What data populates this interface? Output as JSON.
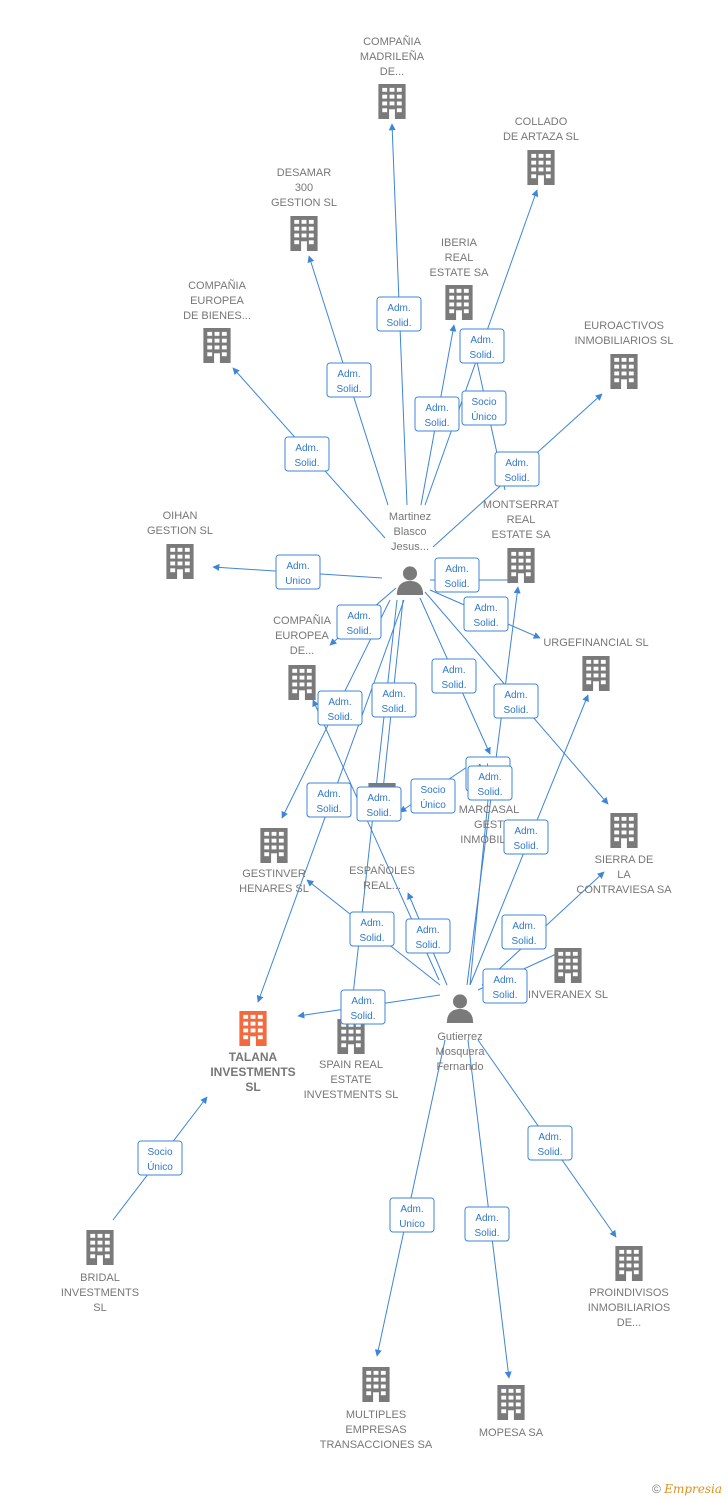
{
  "colors": {
    "edge": "#3d85d6",
    "building": "#7a7a7a",
    "highlight": "#f26a3d",
    "person": "#7a7a7a"
  },
  "nodes": [
    {
      "id": "madrilena",
      "type": "company",
      "label": [
        "COMPAÑIA",
        "MADRILEÑA",
        "DE..."
      ]
    },
    {
      "id": "collado",
      "type": "company",
      "label": [
        "COLLADO",
        "DE ARTAZA SL"
      ]
    },
    {
      "id": "desamar",
      "type": "company",
      "label": [
        "DESAMAR",
        "300",
        "GESTION  SL"
      ]
    },
    {
      "id": "iberia",
      "type": "company",
      "label": [
        "IBERIA",
        "REAL",
        "ESTATE SA"
      ]
    },
    {
      "id": "europea1",
      "type": "company",
      "label": [
        "COMPAÑIA",
        "EUROPEA",
        "DE BIENES..."
      ]
    },
    {
      "id": "euroactivos",
      "type": "company",
      "label": [
        "EUROACTIVOS",
        "INMOBILIARIOS SL"
      ]
    },
    {
      "id": "oihan",
      "type": "company",
      "label": [
        "OIHAN",
        "GESTION SL"
      ]
    },
    {
      "id": "martinez",
      "type": "person",
      "label": [
        "Martinez",
        "Blasco",
        "Jesus..."
      ]
    },
    {
      "id": "montserrat",
      "type": "company",
      "label": [
        "MONTSERRAT",
        "REAL",
        "ESTATE SA"
      ]
    },
    {
      "id": "europea2",
      "type": "company",
      "label": [
        "COMPAÑIA",
        "EUROPEA",
        "DE..."
      ]
    },
    {
      "id": "urgefinancial",
      "type": "company",
      "label": [
        "URGEFINANCIAL SL"
      ]
    },
    {
      "id": "marcasal",
      "type": "company",
      "label": [
        "MARCASAL",
        "GEST",
        "INMOBILI..."
      ]
    },
    {
      "id": "solares",
      "type": "company",
      "label": [
        "ESPAÑOLES",
        "REAL..."
      ]
    },
    {
      "id": "gestinver",
      "type": "company",
      "label": [
        "GESTINVER",
        "HENARES SL"
      ]
    },
    {
      "id": "sierra",
      "type": "company",
      "label": [
        "SIERRA DE",
        "LA",
        "CONTRAVIESA SA"
      ]
    },
    {
      "id": "inveranex",
      "type": "company",
      "label": [
        "INVERANEX SL"
      ]
    },
    {
      "id": "talana",
      "type": "company",
      "highlight": true,
      "label": [
        "TALANA",
        "INVESTMENTS",
        "SL"
      ]
    },
    {
      "id": "spainreal",
      "type": "company",
      "label": [
        "SPAIN REAL",
        "ESTATE",
        "INVESTMENTS SL"
      ]
    },
    {
      "id": "gutierrez",
      "type": "person",
      "label": [
        "Gutierrez",
        "Mosquera",
        "Fernando"
      ]
    },
    {
      "id": "bridal",
      "type": "company",
      "label": [
        "BRIDAL",
        "INVESTMENTS",
        "SL"
      ]
    },
    {
      "id": "proindivisos",
      "type": "company",
      "label": [
        "PROINDIVISOS",
        "INMOBILIARIOS",
        "DE..."
      ]
    },
    {
      "id": "multiples",
      "type": "company",
      "label": [
        "MULTIPLES",
        "EMPRESAS",
        "TRANSACCIONES SA"
      ]
    },
    {
      "id": "mopesa",
      "type": "company",
      "label": [
        "MOPESA SA"
      ]
    }
  ],
  "edges": [
    {
      "from": "martinez",
      "to": "madrilena",
      "role": [
        "Adm.",
        "Solid."
      ]
    },
    {
      "from": "martinez",
      "to": "collado",
      "role": [
        "Adm.",
        "Solid."
      ]
    },
    {
      "from": "martinez",
      "to": "desamar",
      "role": [
        "Adm.",
        "Solid."
      ]
    },
    {
      "from": "martinez",
      "to": "iberia",
      "role": [
        "Adm.",
        "Solid."
      ]
    },
    {
      "from": "montserrat",
      "to": "iberia",
      "role": [
        "Socio",
        "Único"
      ]
    },
    {
      "from": "martinez",
      "to": "europea1",
      "role": [
        "Adm.",
        "Solid."
      ]
    },
    {
      "from": "martinez",
      "to": "euroactivos",
      "role": [
        "Adm.",
        "Solid."
      ]
    },
    {
      "from": "martinez",
      "to": "oihan",
      "role": [
        "Adm.",
        "Unico"
      ]
    },
    {
      "from": "martinez",
      "to": "montserrat",
      "role": [
        "Adm.",
        "Solid."
      ]
    },
    {
      "from": "martinez",
      "to": "europea2",
      "role": [
        "Adm.",
        "Solid."
      ]
    },
    {
      "from": "martinez",
      "to": "urgefinancial",
      "role": [
        "Adm.",
        "Solid."
      ]
    },
    {
      "from": "martinez",
      "to": "marcasal",
      "role": [
        "Adm.",
        "Solid."
      ]
    },
    {
      "from": "martinez",
      "to": "sierra",
      "role": [
        "Adm.",
        "Solid."
      ]
    },
    {
      "from": "martinez",
      "to": "solares",
      "role": [
        "Adm.",
        "Solid."
      ]
    },
    {
      "from": "martinez",
      "to": "gestinver",
      "role": [
        "Adm.",
        "Solid."
      ]
    },
    {
      "from": "martinez",
      "to": "talana",
      "role": [
        "Adm.",
        "Solid."
      ]
    },
    {
      "from": "martinez",
      "to": "spainreal",
      "role": [
        "Adm.",
        "Solid."
      ]
    },
    {
      "from": "marcasal",
      "to": "solares",
      "role": [
        "Socio",
        "Único"
      ]
    },
    {
      "from": "gutierrez",
      "to": "europea2",
      "role": [
        "Adm.",
        "Solid."
      ]
    },
    {
      "from": "gutierrez",
      "to": "montserrat",
      "role": [
        "Adm.",
        "Solid."
      ]
    },
    {
      "from": "gutierrez",
      "to": "marcasal",
      "role": [
        "Adm.",
        "Solid."
      ]
    },
    {
      "from": "gutierrez",
      "to": "urgefinancial",
      "role": [
        "Adm.",
        "Solid."
      ]
    },
    {
      "from": "gutierrez",
      "to": "sierra",
      "role": [
        "Adm.",
        "Solid."
      ]
    },
    {
      "from": "gutierrez",
      "to": "gestinver",
      "role": [
        "Adm.",
        "Solid."
      ]
    },
    {
      "from": "gutierrez",
      "to": "solares",
      "role": [
        "Adm.",
        "Solid."
      ]
    },
    {
      "from": "gutierrez",
      "to": "talana",
      "role": [
        "Adm.",
        "Solid."
      ]
    },
    {
      "from": "gutierrez",
      "to": "inveranex",
      "role": [
        "Adm.",
        "Solid."
      ]
    },
    {
      "from": "bridal",
      "to": "talana",
      "role": [
        "Socio",
        "Único"
      ]
    },
    {
      "from": "gutierrez",
      "to": "proindivisos",
      "role": [
        "Adm.",
        "Solid."
      ]
    },
    {
      "from": "gutierrez",
      "to": "multiples",
      "role": [
        "Adm.",
        "Unico"
      ]
    },
    {
      "from": "gutierrez",
      "to": "mopesa",
      "role": [
        "Adm.",
        "Solid."
      ]
    }
  ],
  "footer": {
    "copyright": "©",
    "brand": "Empresia"
  }
}
